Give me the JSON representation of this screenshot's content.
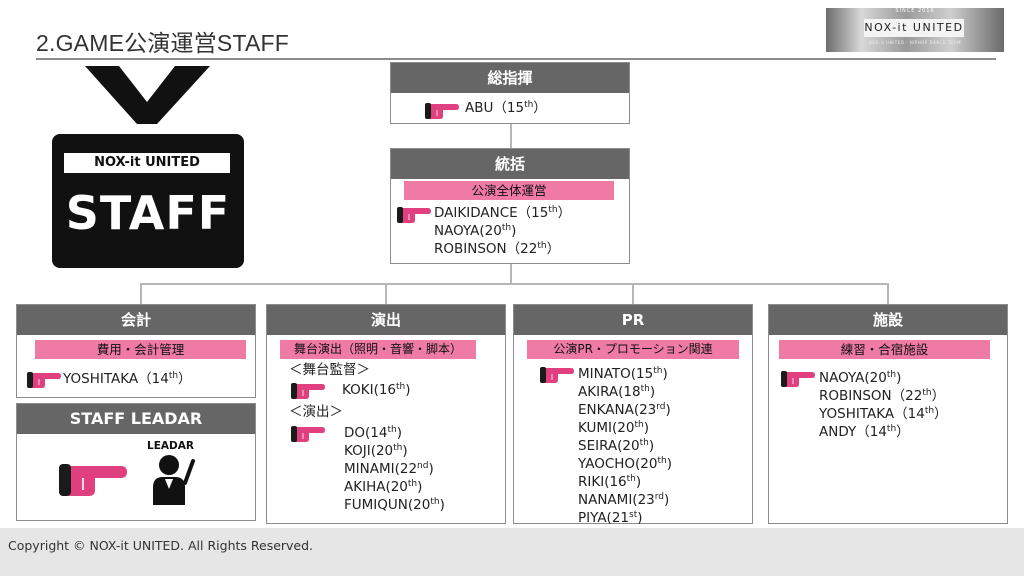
{
  "page_title": "2.GAME公演運営STAFF",
  "logo": {
    "top_text": "SINCE 2016",
    "name": "NOX-it UNITED",
    "sub_text": "NOX-it UNITED · HIPHOP DANCE TEAM"
  },
  "badge": {
    "label": "NOX-it UNITED",
    "text": "STAFF"
  },
  "top_director": {
    "title": "総指揮",
    "members": [
      {
        "name": "ABU（15",
        "sup": "th",
        "tail": "）"
      }
    ]
  },
  "supervision": {
    "title": "統括",
    "role": "公演全体運営",
    "members": [
      {
        "name": "DAIKIDANCE（15",
        "sup": "th",
        "tail": "）"
      },
      {
        "name": "NAOYA(20",
        "sup": "th",
        "tail": ")"
      },
      {
        "name": "ROBINSON（22",
        "sup": "th",
        "tail": "）"
      }
    ]
  },
  "accounting": {
    "title": "会計",
    "role": "費用・会計管理",
    "members": [
      {
        "name": "YOSHITAKA（14",
        "sup": "th",
        "tail": "）"
      }
    ]
  },
  "staff_leader": {
    "title": "STAFF LEADAR",
    "figure_label": "LEADAR"
  },
  "direction": {
    "title": "演出",
    "role": "舞台演出（照明・音響・脚本）",
    "sub1": "＜舞台監督＞",
    "sub1_members": [
      {
        "name": "KOKI(16",
        "sup": "th",
        "tail": ")"
      }
    ],
    "sub2": "＜演出＞",
    "sub2_members": [
      {
        "name": "DO(14",
        "sup": "th",
        "tail": ")"
      },
      {
        "name": "KOJI(20",
        "sup": "th",
        "tail": ")"
      },
      {
        "name": "MINAMI(22",
        "sup": "nd",
        "tail": ")"
      },
      {
        "name": "AKIHA(20",
        "sup": "th",
        "tail": ")"
      },
      {
        "name": "FUMIQUN(20",
        "sup": "th",
        "tail": ")"
      }
    ]
  },
  "pr": {
    "title": "PR",
    "role": "公演PR・プロモーション関連",
    "members": [
      {
        "name": "MINATO(15",
        "sup": "th",
        "tail": ")"
      },
      {
        "name": "AKIRA(18",
        "sup": "th",
        "tail": ")"
      },
      {
        "name": "ENKANA(23",
        "sup": "rd",
        "tail": ")"
      },
      {
        "name": "KUMI(20",
        "sup": "th",
        "tail": ")"
      },
      {
        "name": "SEIRA(20",
        "sup": "th",
        "tail": ")"
      },
      {
        "name": "YAOCHO(20",
        "sup": "th",
        "tail": ")"
      },
      {
        "name": "RIKI(16",
        "sup": "th",
        "tail": ")"
      },
      {
        "name": "NANAMI(23",
        "sup": "rd",
        "tail": ")"
      },
      {
        "name": "PIYA(21",
        "sup": "st",
        "tail": ")"
      }
    ]
  },
  "facilities": {
    "title": "施設",
    "role": "練習・合宿施設",
    "members": [
      {
        "name": "NAOYA(20",
        "sup": "th",
        "tail": ")"
      },
      {
        "name": "ROBINSON（22",
        "sup": "th",
        "tail": "）"
      },
      {
        "name": "YOSHITAKA（14",
        "sup": "th",
        "tail": "）"
      },
      {
        "name": "ANDY（14",
        "sup": "th",
        "tail": "）"
      }
    ]
  },
  "footer": {
    "copyright": "Copyright © NOX-it UNITED. All Rights Reserved."
  },
  "colors": {
    "header_gray": "#666666",
    "role_pink": "#ef7aa3",
    "hand_pink": "#e0407f"
  },
  "icons": {
    "pointer": "pointing-hand-icon",
    "leader": "leader-figure-icon"
  }
}
